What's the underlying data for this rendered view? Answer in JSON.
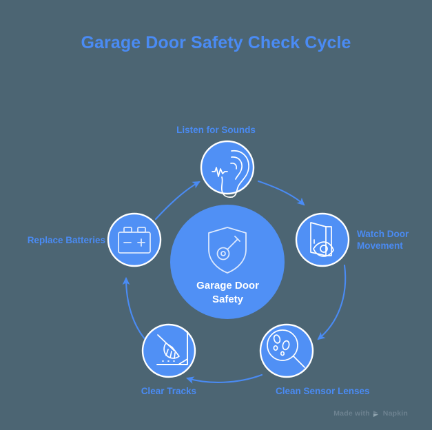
{
  "header": {
    "title": "Garage Door Safety Check Cycle"
  },
  "theme": {
    "background": "#4c6573",
    "accent": "#4a8bf4",
    "node_fill": "#5090f5",
    "node_stroke": "#ffffff",
    "icon_stroke": "#ffffff",
    "label_color": "#4a8bf4",
    "center_text_color": "#ffffff",
    "watermark_color": "#6d8290"
  },
  "center": {
    "label_line1": "Garage Door",
    "label_line2": "Safety",
    "icon": "shield-key-icon"
  },
  "cycle": {
    "direction": "clockwise",
    "nodes": [
      {
        "id": "listen-for-sounds",
        "label": "Listen for Sounds",
        "icon": "ear-soundwave-icon",
        "position": "top"
      },
      {
        "id": "watch-door-movement",
        "label": "Watch Door Movement",
        "icon": "open-door-eye-icon",
        "position": "right"
      },
      {
        "id": "clean-sensor-lenses",
        "label": "Clean Sensor Lenses",
        "icon": "magnifier-dirt-icon",
        "position": "bottom-right"
      },
      {
        "id": "clear-tracks",
        "label": "Clear Tracks",
        "icon": "broom-track-icon",
        "position": "bottom-left"
      },
      {
        "id": "replace-batteries",
        "label": "Replace Batteries",
        "icon": "battery-icon",
        "position": "left"
      }
    ]
  },
  "footer": {
    "watermark_prefix": "Made with",
    "watermark_brand": "Napkin"
  }
}
